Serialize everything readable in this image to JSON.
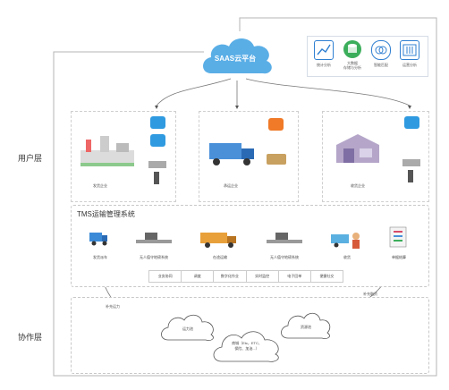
{
  "layers": {
    "user": "用户层",
    "collab": "协作层"
  },
  "saas": {
    "title": "SAAS云平台"
  },
  "analysis": [
    {
      "label": "统计分析",
      "icon": "chart-line-icon",
      "color": "#2f7fd1"
    },
    {
      "label": "大数据\n存储与分析",
      "icon": "database-icon",
      "color": "#3cae5b"
    },
    {
      "label": "智能匹配",
      "icon": "match-icon",
      "color": "#2f7fd1"
    },
    {
      "label": "运营分析",
      "icon": "dashboard-icon",
      "color": "#2f7fd1"
    }
  ],
  "enterprises": [
    {
      "caption": "发货企业",
      "apps": [
        "#2f9ae0",
        "#2f9ae0"
      ],
      "icon": "factory-icon"
    },
    {
      "caption": "承运企业",
      "apps": [
        "#f07a28"
      ],
      "icon": "truck-icon"
    },
    {
      "caption": "收货企业",
      "apps": [
        "#2f9ae0"
      ],
      "icon": "warehouse-icon"
    }
  ],
  "tms": {
    "title": "TMS运输管理系统",
    "steps": [
      "发货派车",
      "无人值守地磅系统",
      "在途运输",
      "无人值守地磅系统",
      "收货",
      "单据结算"
    ],
    "functions": [
      "业务协同",
      "调度",
      "数字化作业",
      "实时监控",
      "电子回单",
      "便捷社交"
    ]
  },
  "notes": {
    "supply": "补充运力",
    "payment": "补充融资"
  },
  "collab_clouds": [
    "运力池",
    "商城（Etc，ETC、\n保险、加油...）",
    "资源池"
  ]
}
